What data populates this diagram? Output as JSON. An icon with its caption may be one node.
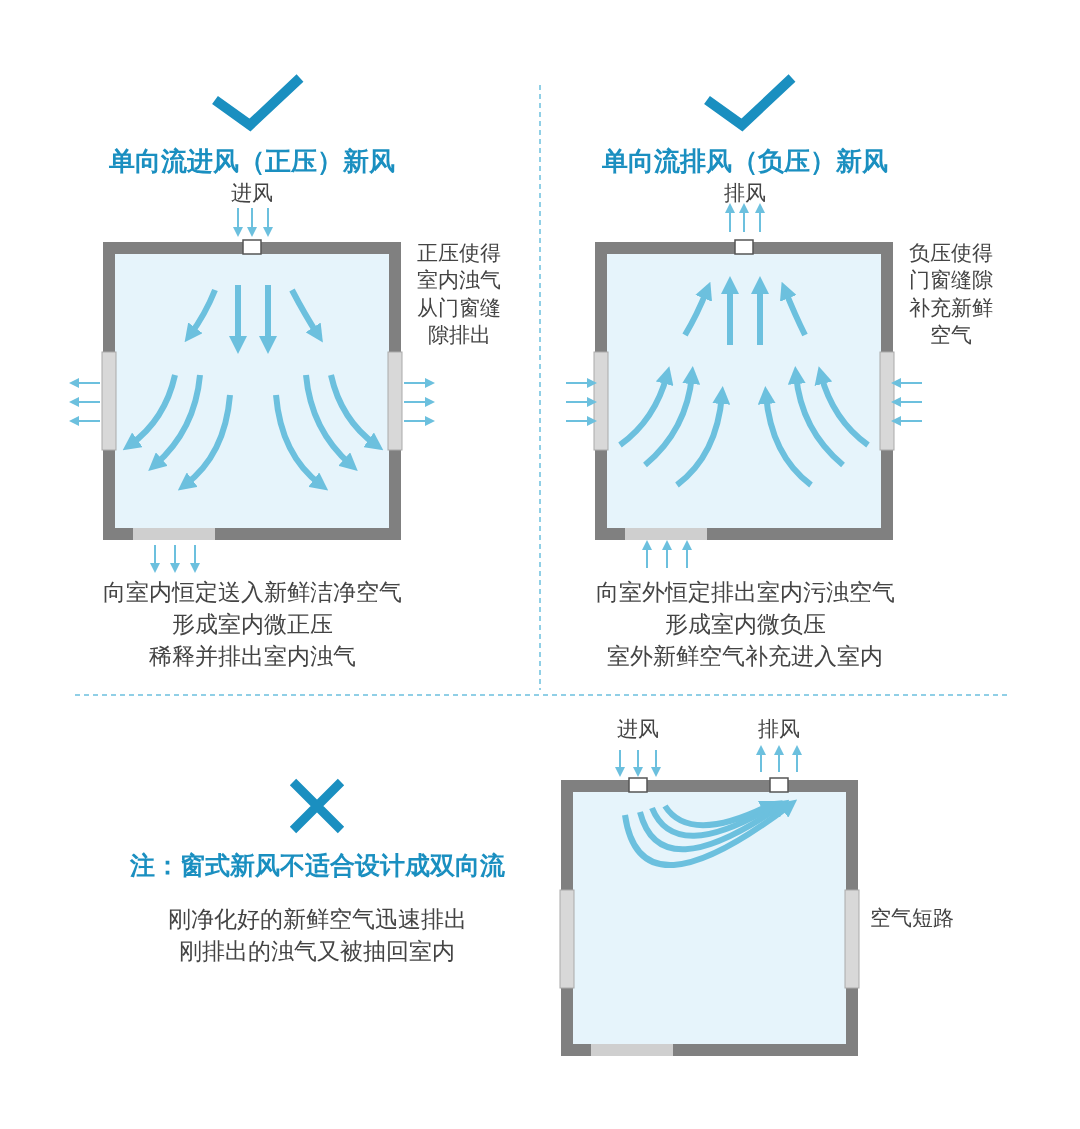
{
  "diagram": {
    "labels": [
      "单向流进风（正压）新风",
      "进风",
      "正压使得室内浊气从门窗缝隙排出",
      "向室内恒定送入新鲜洁净空气",
      "形成室内微正压",
      "稀释并排出室内浊气",
      "单向流排风（负压）新风",
      "排风",
      "负压使得门窗缝隙补充新鲜空气",
      "向室外恒定排出室内污浊空气",
      "形成室内微负压",
      "室外新鲜空气补充进入室内",
      "进风",
      "排风",
      "注：窗式新风不适合设计成双向流",
      "刚净化好的新鲜空气迅速排出",
      "刚排出的浊气又被抽回室内",
      "空气短路"
    ]
  }
}
